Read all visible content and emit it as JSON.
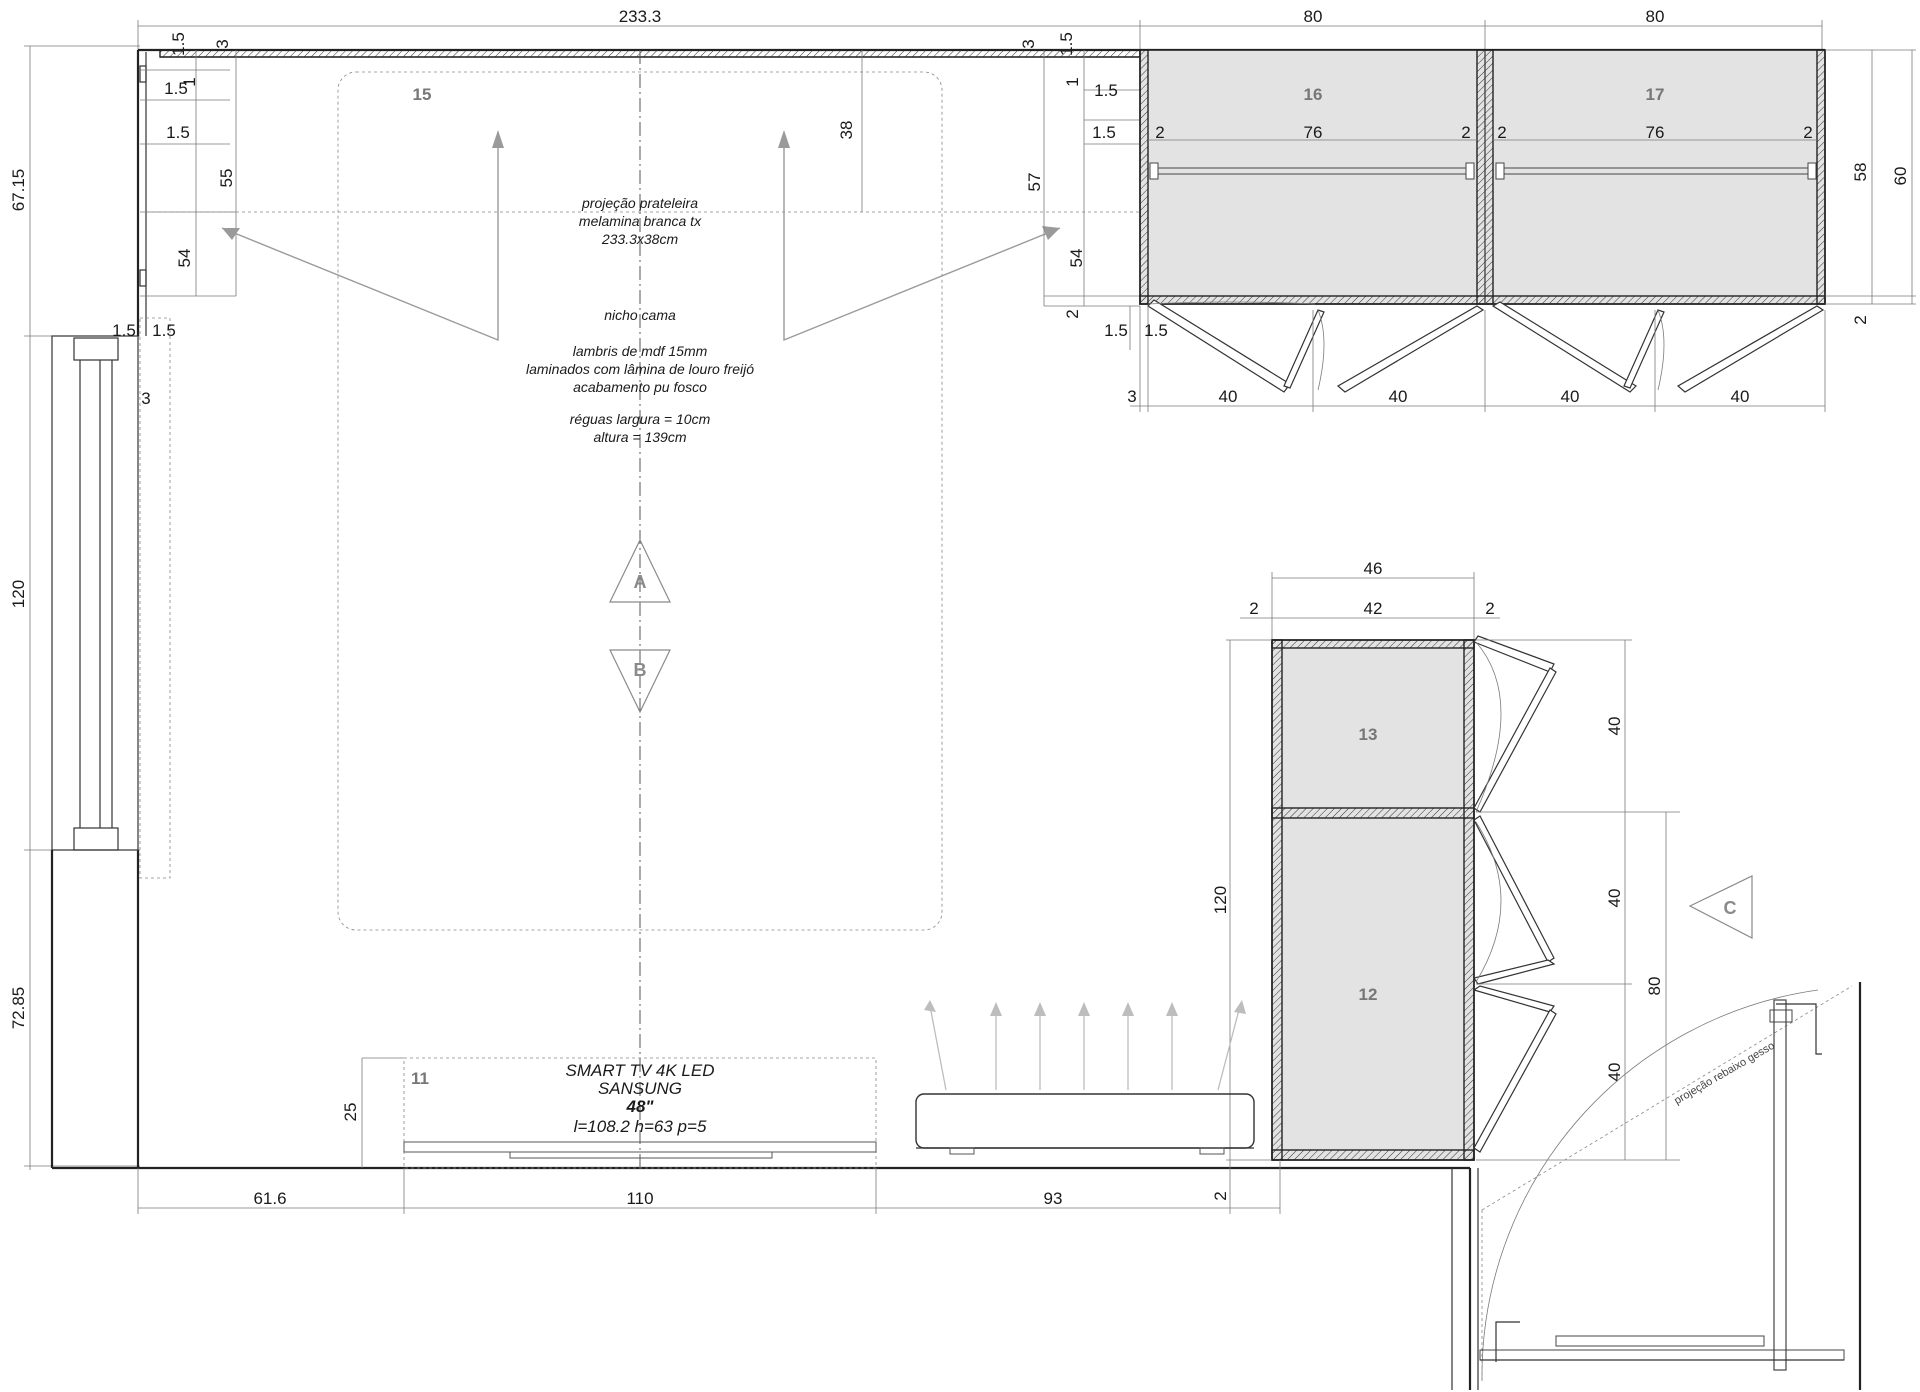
{
  "overall_dims": {
    "top_total": "233.3",
    "wardrobe_left_width": "80",
    "wardrobe_right_width": "80",
    "left_height_top": "67.15",
    "left_height_window": "120",
    "left_height_bottom": "72.85",
    "right_depth_60": "60",
    "right_depth_58": "58",
    "right_gap_2": "2"
  },
  "small_dims": {
    "top_left_1_5": "1.5",
    "top_left_3": "3",
    "top_right_3": "3",
    "top_right_1_5": "1.5",
    "left_1": "1",
    "left_1_5_a": "1.5",
    "left_1_5_b": "1.5",
    "left_55": "55",
    "left_54": "54",
    "win_1_5_a": "1.5",
    "win_1_5_b": "1.5",
    "win_3": "3",
    "shelf_38": "38",
    "mid_1": "1",
    "mid_1_5_a": "1.5",
    "mid_1_5_b": "1.5",
    "mid_57": "57",
    "mid_54": "54",
    "mid_2": "2",
    "bot_1_5_a": "1.5",
    "bot_1_5_b": "1.5"
  },
  "wardrobes": {
    "left_id": "16",
    "right_id": "17",
    "left_inner": [
      "2",
      "76",
      "2"
    ],
    "right_inner": [
      "2",
      "76",
      "2"
    ],
    "door_dims": [
      "3",
      "40",
      "40",
      "40",
      "40"
    ]
  },
  "bed_niche": {
    "id": "15",
    "notes": [
      "projeção prateleira",
      "melamina branca tx",
      "233.3x38cm",
      "nicho cama",
      "lambris de mdf  15mm",
      "laminados com lâmina de louro freijó",
      "acabamento pu fosco",
      "réguas largura = 10cm",
      "altura = 139cm"
    ]
  },
  "sections": {
    "a": "A",
    "b": "B",
    "c": "C"
  },
  "side_cabinet": {
    "top_id": "13",
    "bottom_id": "12",
    "width_outer": "46",
    "width_inner": "42",
    "side_left": "2",
    "side_right": "2",
    "height": "120",
    "door_1": "40",
    "door_2": "40",
    "door_3": "40",
    "span_80": "80"
  },
  "tv_unit": {
    "id": "11",
    "line1": "SMART TV 4K LED",
    "line2": "SANSUNG",
    "line3": "48\"",
    "line4": "l=108.2 h=63 p=5",
    "height": "25"
  },
  "bottom_dims": [
    "61.6",
    "110",
    "93"
  ],
  "bottom_gap": "2",
  "ceiling_note": "projeção rebaixo gesso"
}
